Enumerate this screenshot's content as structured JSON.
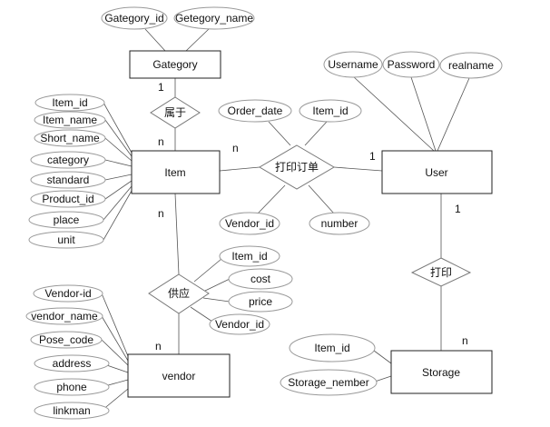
{
  "entities": {
    "gategory": "Gategory",
    "item": "Item",
    "user": "User",
    "vendor": "vendor",
    "storage": "Storage"
  },
  "relationships": {
    "shuyu": "属于",
    "dayin_dingdan": "打印订单",
    "gongying": "供应",
    "dayin": "打印"
  },
  "attributes": {
    "gategory": [
      "Gategory_id",
      "Getegory_name"
    ],
    "item": [
      "Item_id",
      "Item_name",
      "Short_name",
      "category",
      "standard",
      "Product_id",
      "place",
      "unit"
    ],
    "user": [
      "Username",
      "Password",
      "realname"
    ],
    "dayin_dingdan": [
      "Order_date",
      "Item_id",
      "Vendor_id",
      "number"
    ],
    "gongying": [
      "Item_id",
      "cost",
      "price",
      "Vendor_id"
    ],
    "vendor": [
      "Vendor-id",
      "vendor_name",
      "Pose_code",
      "address",
      "phone",
      "linkman"
    ],
    "storage": [
      "Item_id",
      "Storage_nember"
    ]
  },
  "cardinalities": {
    "gategory_shuyu": "1",
    "item_shuyu": "n",
    "item_dayin_dingdan": "n",
    "user_dayin_dingdan": "1",
    "item_gongying": "n",
    "vendor_gongying": "n",
    "user_dayin": "1",
    "storage_dayin": "n"
  }
}
